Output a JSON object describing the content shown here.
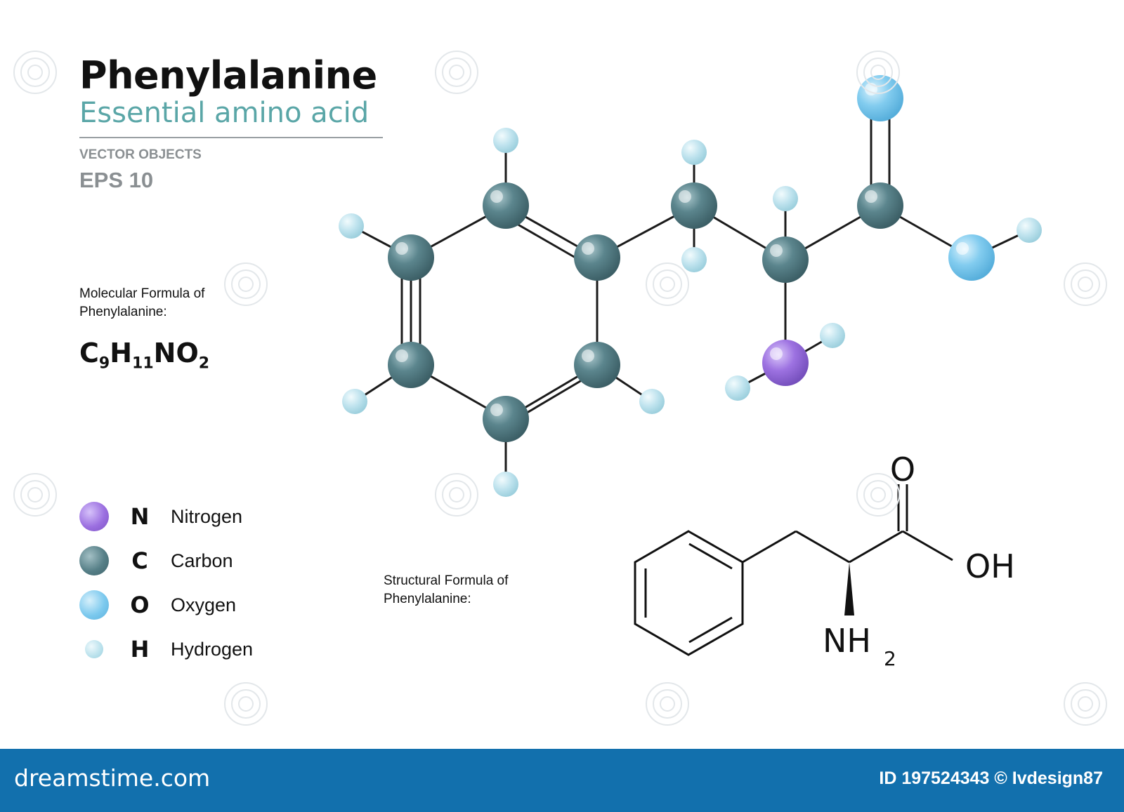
{
  "header": {
    "title": "Phenylalanine",
    "subtitle": "Essential amino acid",
    "tag_line1": "VECTOR OBJECTS",
    "tag_line2": "EPS 10"
  },
  "molecular_formula": {
    "label": "Molecular Formula of Phenylalanine:",
    "parts": [
      {
        "el": "C",
        "n": "9"
      },
      {
        "el": "H",
        "n": "11"
      },
      {
        "el": "N",
        "n": ""
      },
      {
        "el": "O",
        "n": "2"
      }
    ]
  },
  "legend": [
    {
      "symbol": "N",
      "name": "Nitrogen",
      "color": "#9b6fe0"
    },
    {
      "symbol": "C",
      "name": "Carbon",
      "color": "#567f87"
    },
    {
      "symbol": "O",
      "name": "Oxygen",
      "color": "#7cc9ee"
    },
    {
      "symbol": "H",
      "name": "Hydrogen",
      "color": "#b9e1ec"
    }
  ],
  "structural_formula": {
    "label": "Structural  Formula of Phenylalanine:",
    "group_o": "O",
    "group_oh": "OH",
    "group_nh": "NH",
    "group_nh_sub": "2"
  },
  "footer": {
    "logo": "dreamstime.com",
    "id_text": "ID 197524343 © Ivdesign87"
  },
  "colors": {
    "carbon": "#567f87",
    "nitrogen": "#9b6fe0",
    "oxygen": "#7cc9ee",
    "hydrogen": "#b9e1ec",
    "subtitle": "#5aa6a7",
    "footer_bg": "#1270ad"
  }
}
